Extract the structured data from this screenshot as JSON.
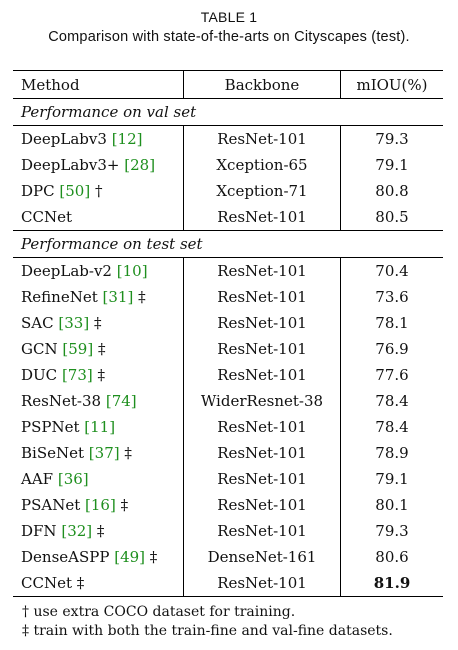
{
  "caption": {
    "label": "TABLE 1",
    "text": "Comparison with state-of-the-arts on Cityscapes (test)."
  },
  "table": {
    "headers": [
      "Method",
      "Backbone",
      "mIOU(%)"
    ],
    "sections": [
      {
        "title": "Performance on val set",
        "rows": [
          {
            "method": "DeepLabv3",
            "ref": "[12]",
            "mark": "",
            "backbone": "ResNet-101",
            "miou": "79.3",
            "bold": false
          },
          {
            "method": "DeepLabv3+",
            "ref": "[28]",
            "mark": "",
            "backbone": "Xception-65",
            "miou": "79.1",
            "bold": false
          },
          {
            "method": "DPC",
            "ref": "[50]",
            "mark": "†",
            "backbone": "Xception-71",
            "miou": "80.8",
            "bold": false
          },
          {
            "method": "CCNet",
            "ref": "",
            "mark": "",
            "backbone": "ResNet-101",
            "miou": "80.5",
            "bold": false
          }
        ]
      },
      {
        "title": "Performance on test set",
        "rows": [
          {
            "method": "DeepLab-v2",
            "ref": "[10]",
            "mark": "",
            "backbone": "ResNet-101",
            "miou": "70.4",
            "bold": false
          },
          {
            "method": "RefineNet",
            "ref": "[31]",
            "mark": "‡",
            "backbone": "ResNet-101",
            "miou": "73.6",
            "bold": false
          },
          {
            "method": "SAC",
            "ref": "[33]",
            "mark": "‡",
            "backbone": "ResNet-101",
            "miou": "78.1",
            "bold": false
          },
          {
            "method": "GCN",
            "ref": "[59]",
            "mark": "‡",
            "backbone": "ResNet-101",
            "miou": "76.9",
            "bold": false
          },
          {
            "method": "DUC",
            "ref": "[73]",
            "mark": "‡",
            "backbone": "ResNet-101",
            "miou": "77.6",
            "bold": false
          },
          {
            "method": "ResNet-38",
            "ref": "[74]",
            "mark": "",
            "backbone": "WiderResnet-38",
            "miou": "78.4",
            "bold": false
          },
          {
            "method": "PSPNet",
            "ref": "[11]",
            "mark": "",
            "backbone": "ResNet-101",
            "miou": "78.4",
            "bold": false
          },
          {
            "method": "BiSeNet",
            "ref": "[37]",
            "mark": "‡",
            "backbone": "ResNet-101",
            "miou": "78.9",
            "bold": false
          },
          {
            "method": "AAF",
            "ref": "[36]",
            "mark": "",
            "backbone": "ResNet-101",
            "miou": "79.1",
            "bold": false
          },
          {
            "method": "PSANet",
            "ref": "[16]",
            "mark": "‡",
            "backbone": "ResNet-101",
            "miou": "80.1",
            "bold": false
          },
          {
            "method": "DFN",
            "ref": "[32]",
            "mark": "‡",
            "backbone": "ResNet-101",
            "miou": "79.3",
            "bold": false
          },
          {
            "method": "DenseASPP",
            "ref": "[49]",
            "mark": "‡",
            "backbone": "DenseNet-161",
            "miou": "80.6",
            "bold": false
          },
          {
            "method": "CCNet",
            "ref": "",
            "mark": "‡",
            "backbone": "ResNet-101",
            "miou": "81.9",
            "bold": true
          }
        ]
      }
    ]
  },
  "footnotes": [
    "† use extra COCO dataset for training.",
    "‡ train with both the train-fine and val-fine datasets."
  ],
  "colors": {
    "reference_link": "#1e8f1e"
  }
}
